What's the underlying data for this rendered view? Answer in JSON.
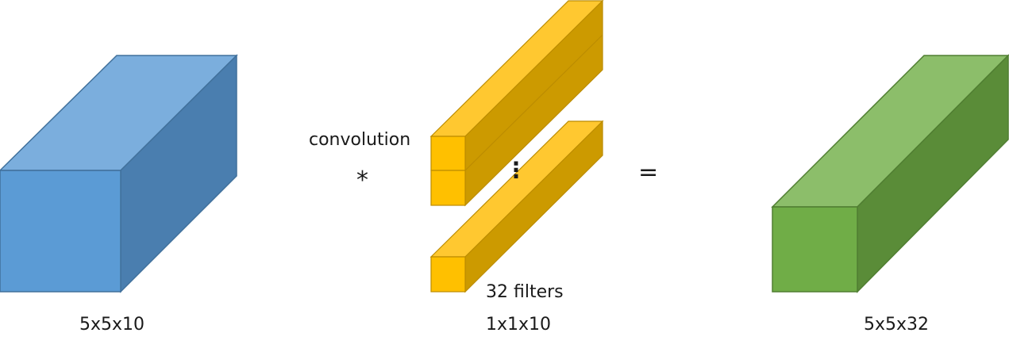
{
  "colors": {
    "blue_front": "#5B9BD5",
    "blue_top": "#7BAEDD",
    "blue_side": "#4A7EAF",
    "blue_stroke": "#41719C",
    "gold_front": "#FFC000",
    "gold_top": "#FFC830",
    "gold_side": "#CC9A00",
    "gold_stroke": "#BC8C00",
    "green_front": "#70AD47",
    "green_top": "#8CBE6A",
    "green_side": "#5A8C38",
    "green_stroke": "#507E32"
  },
  "input_block": {
    "label": "5x5x10"
  },
  "filters": {
    "operation": "convolution",
    "operator": "*",
    "count_label": "32 filters",
    "size_label": "1x1x10",
    "ellipsis": "⋮"
  },
  "equals": "=",
  "output_block": {
    "label": "5x5x32"
  }
}
